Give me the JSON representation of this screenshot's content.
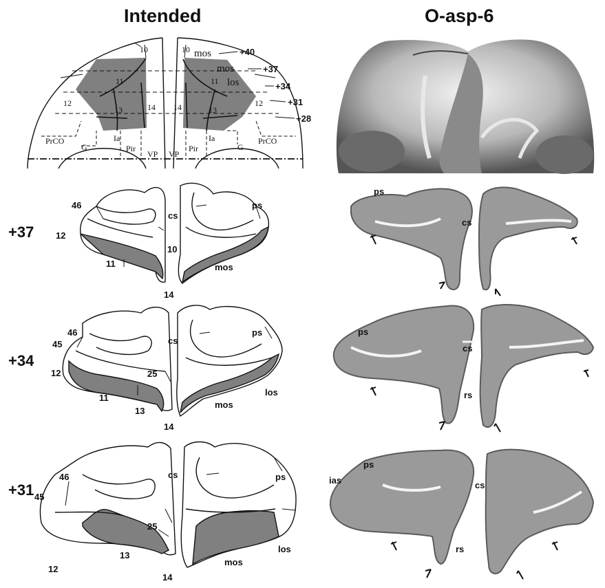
{
  "titles": {
    "left": "Intended",
    "right": "O-asp-6"
  },
  "levels": [
    "+37",
    "+34",
    "+31"
  ],
  "top_diagram": {
    "area_labels_left": [
      "10",
      "11",
      "12",
      "13",
      "14",
      "Ia",
      "PrCO",
      "G",
      "Pir",
      "VP"
    ],
    "area_labels_right": [
      "10",
      "11",
      "12",
      "13",
      "14",
      "Ia",
      "PrCO",
      "G",
      "Pir",
      "VP"
    ],
    "sulci": [
      "mos",
      "mos",
      "los"
    ],
    "level_ticks": [
      "+40",
      "+37",
      "+34",
      "+31",
      "+28"
    ]
  },
  "sections": [
    {
      "level": "+37",
      "labels": [
        "46",
        "12",
        "11",
        "cs",
        "10",
        "mos",
        "14",
        "ps"
      ]
    },
    {
      "level": "+34",
      "labels": [
        "46",
        "45",
        "12",
        "11",
        "13",
        "25",
        "14",
        "cs",
        "mos",
        "los",
        "ps"
      ]
    },
    {
      "level": "+31",
      "labels": [
        "46",
        "45",
        "12",
        "13",
        "25",
        "14",
        "cs",
        "mos",
        "los",
        "ps"
      ]
    }
  ],
  "photo_sections": [
    {
      "labels": [
        "ps",
        "cs"
      ]
    },
    {
      "labels": [
        "ps",
        "cs",
        "rs"
      ]
    },
    {
      "labels": [
        "ias",
        "ps",
        "cs",
        "rs"
      ]
    }
  ],
  "colors": {
    "shade": "#808080",
    "line": "#111111",
    "tissue": "#9a9a9a",
    "tissue_dark": "#6e6e6e",
    "background": "#ffffff"
  }
}
